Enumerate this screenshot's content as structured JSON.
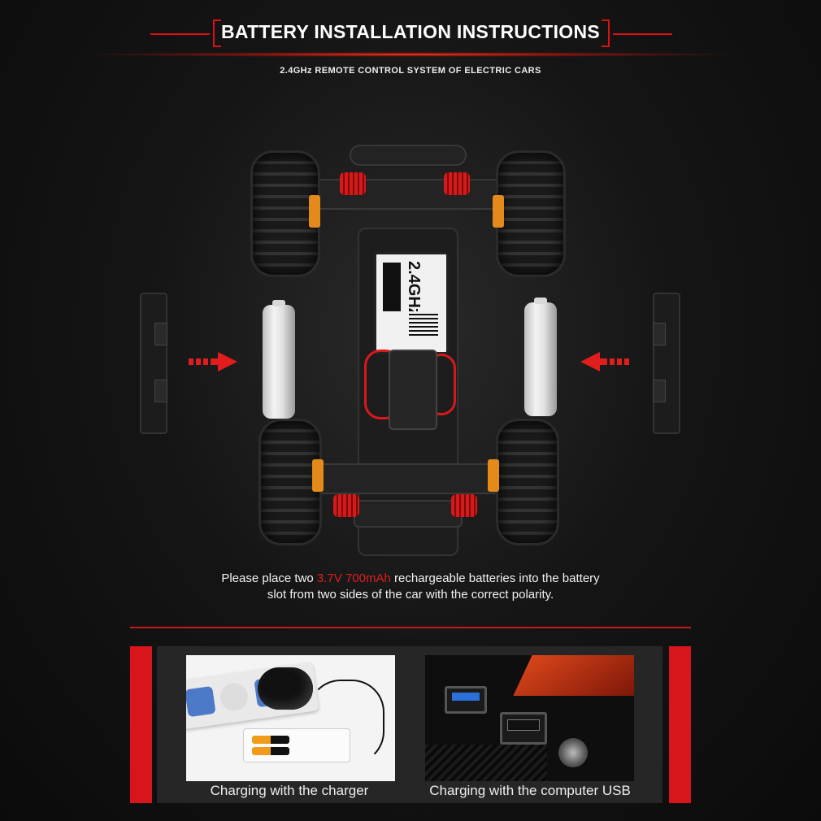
{
  "header": {
    "title": "BATTERY INSTALLATION INSTRUCTIONS",
    "subtitle": "2.4GHz REMOTE CONTROL SYSTEM OF ELECTRIC CARS"
  },
  "car": {
    "module_label": "2.4GHz"
  },
  "instruction": {
    "prefix": "Please place two ",
    "highlight": "3.7V 700mAh",
    "suffix_line1": " rechargeable batteries into the battery",
    "line2": "slot from two sides of the car with the correct polarity."
  },
  "panels": {
    "charger_caption": "Charging with the charger",
    "usb_caption": "Charging with the computer USB"
  },
  "colors": {
    "accent": "#d11a1a",
    "background": "#151515"
  }
}
